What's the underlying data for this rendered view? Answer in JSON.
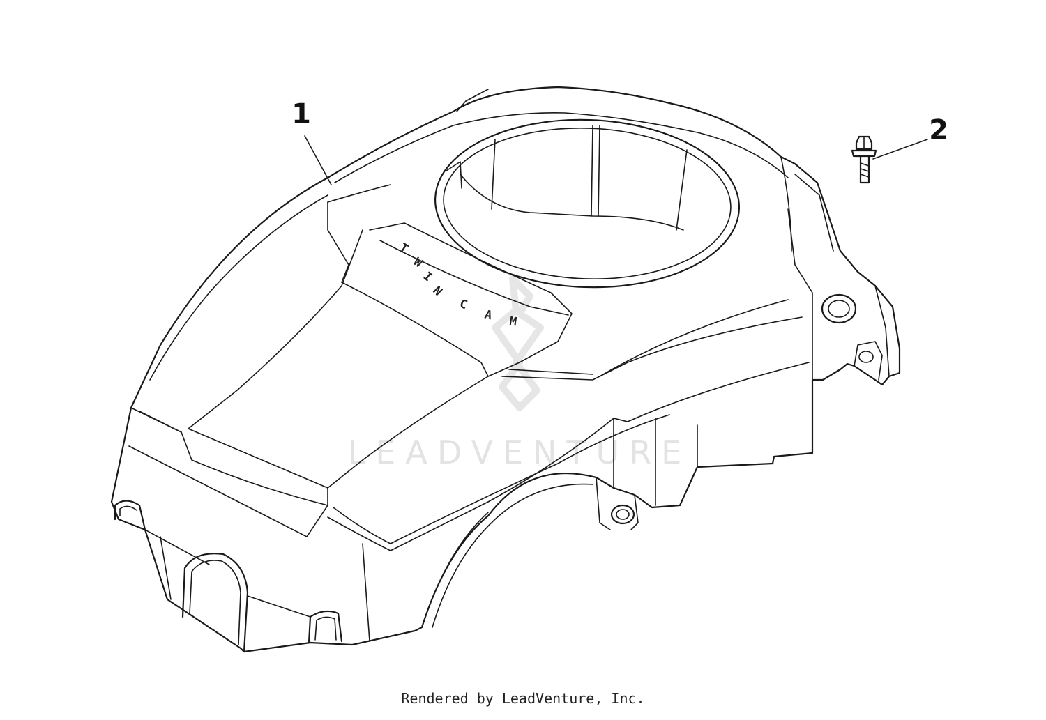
{
  "callouts": [
    {
      "label": "1",
      "part": "blower housing"
    },
    {
      "label": "2",
      "part": "screw"
    }
  ],
  "embossed_text": [
    "T",
    "W",
    "I",
    "N",
    "C",
    "A",
    "M"
  ],
  "watermark": "LEADVENTURE",
  "footer": "Rendered by LeadVenture, Inc.",
  "colors": {
    "line": "#1a1a1a",
    "watermark": "#e3e3e3",
    "background": "#ffffff"
  }
}
